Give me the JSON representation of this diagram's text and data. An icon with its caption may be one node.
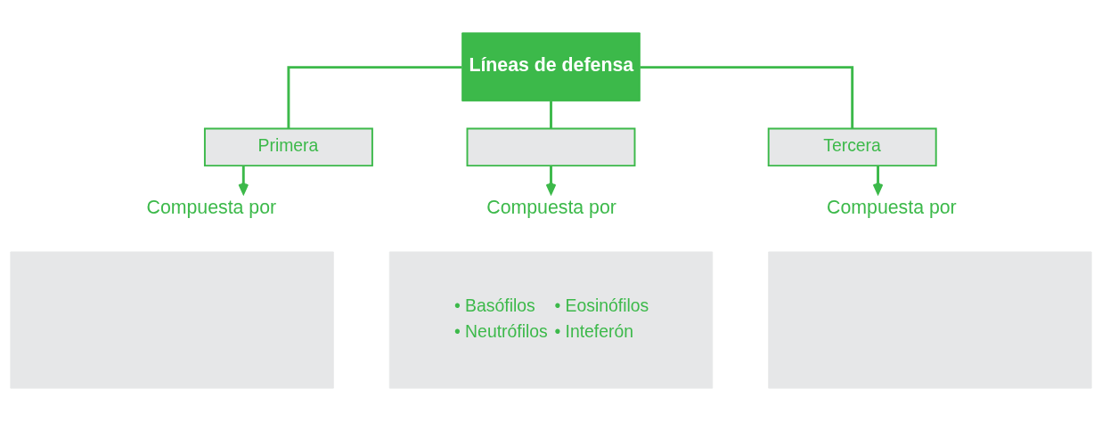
{
  "diagram": {
    "nodes": [
      {
        "text": [
          "Líneas de defensa"
        ]
      },
      {
        "text": [
          "Primera"
        ]
      },
      {
        "text": [],
        "shape": "box"
      },
      {
        "text": [
          "Tercera"
        ]
      },
      {
        "text": [
          "Compuesta por"
        ]
      },
      {
        "text": [
          "Compuesta por"
        ]
      },
      {
        "text": [
          "Compuesta por"
        ]
      },
      {
        "text": [],
        "shape": "box"
      },
      {
        "text": [
          "• Basófilos",
          "• Eosinófilos",
          "• Neutrófilos",
          "• Inteferón"
        ]
      },
      {
        "text": [],
        "shape": "box"
      }
    ],
    "edges": [
      {
        "from": 0,
        "to": 1,
        "arrow": "none"
      },
      {
        "from": 0,
        "to": 2,
        "arrow": "none"
      },
      {
        "from": 0,
        "to": 3,
        "arrow": "none"
      },
      {
        "from": 1,
        "to": 4,
        "arrow": "to"
      },
      {
        "from": 2,
        "to": 5,
        "arrow": "to"
      },
      {
        "from": 3,
        "to": 6,
        "arrow": "to"
      }
    ]
  }
}
